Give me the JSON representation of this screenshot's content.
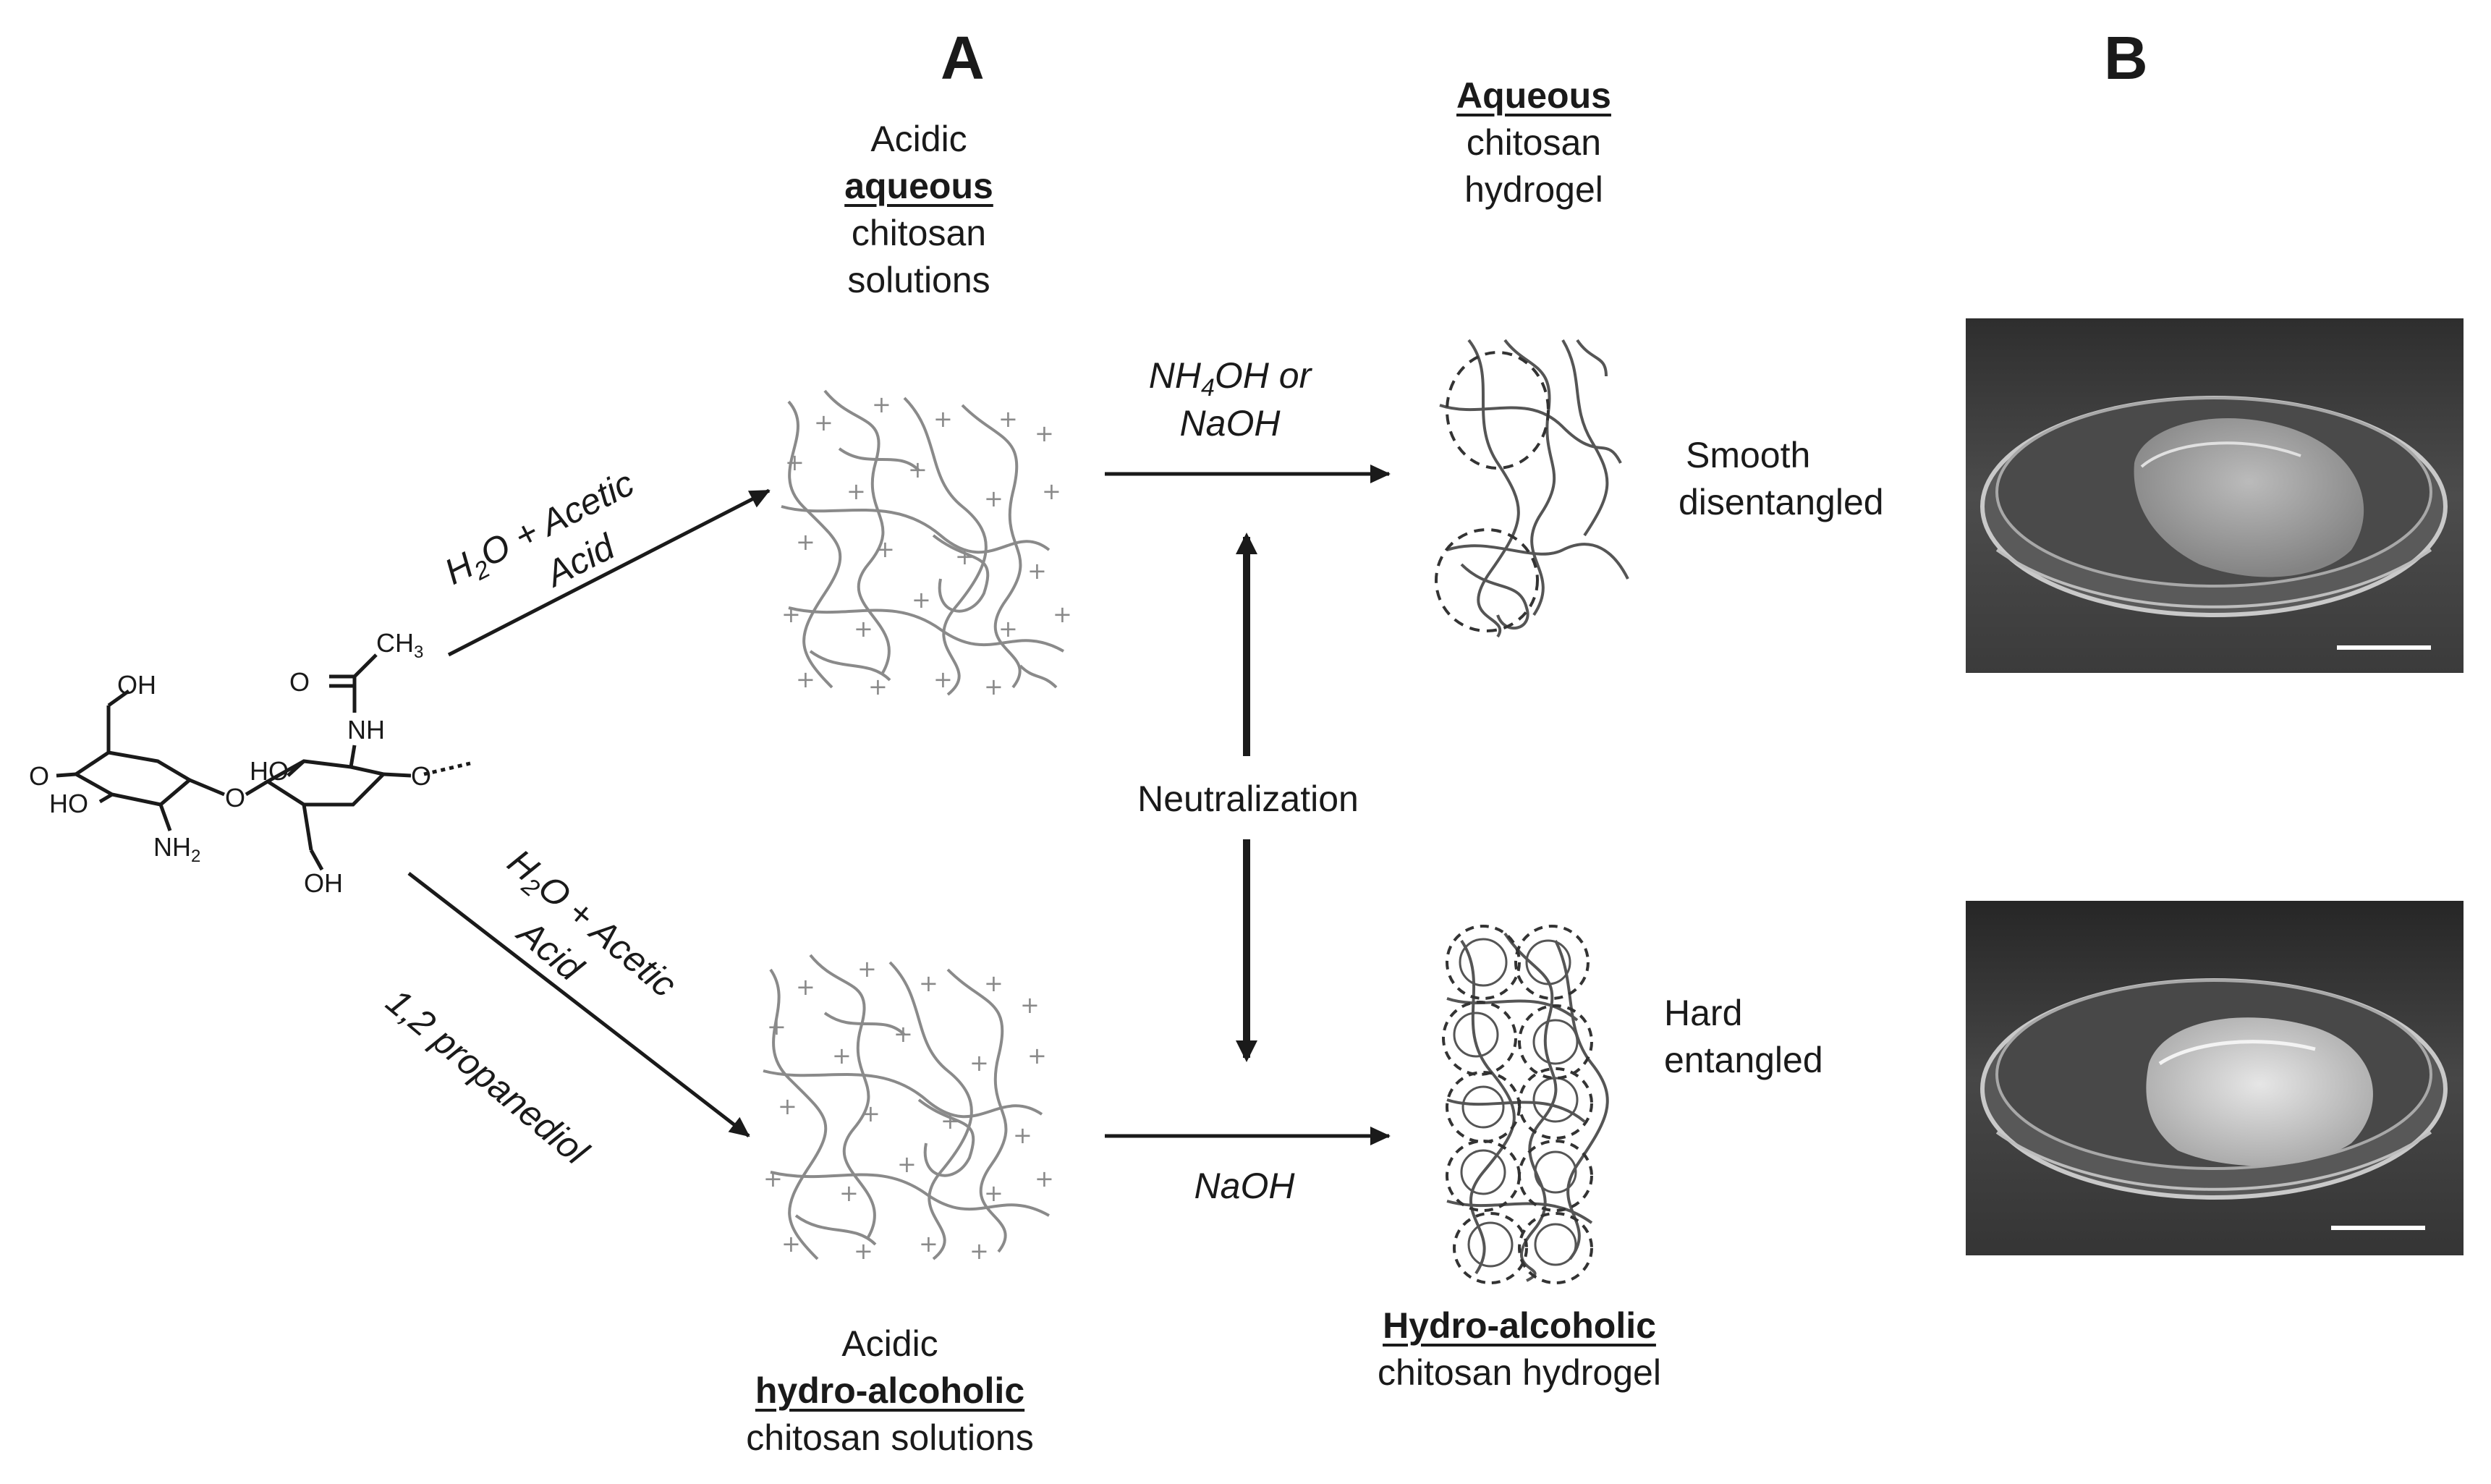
{
  "panels": {
    "a": "A",
    "b": "B"
  },
  "molecule": {
    "oh_top_left": "OH",
    "oh_ring_left": "HO",
    "nh2": "NH",
    "nh2_sub": "2",
    "o_bridge": "O",
    "ho_ring_right": "HO",
    "nh": "NH",
    "ch3": "CH",
    "ch3_sub": "3",
    "o_carbonyl": "O",
    "oh_bottom": "OH",
    "o_end": "O",
    "o_start": "O"
  },
  "top_route": {
    "reagent_line1_pre": "H",
    "reagent_line1_sub": "2",
    "reagent_line1_post": "O + Acetic",
    "reagent_line2": "Acid",
    "solution_line1": "Acidic",
    "solution_line2": "aqueous",
    "solution_line3": "chitosan",
    "solution_line4": "solutions",
    "base_line1_pre": "NH",
    "base_line1_sub": "4",
    "base_line1_post": "OH or",
    "base_line2": "NaOH",
    "gel_line1": "Aqueous",
    "gel_line2": "chitosan",
    "gel_line3": "hydrogel",
    "result_line1": "Smooth",
    "result_line2": "disentangled"
  },
  "bottom_route": {
    "reagent_line1_pre": "H",
    "reagent_line1_sub": "2",
    "reagent_line1_post": "O + Acetic",
    "reagent_line2": "Acid",
    "reagent_line3": "1,2 propanediol",
    "solution_line1": "Acidic",
    "solution_line2": "hydro-alcoholic",
    "solution_line3": "chitosan solutions",
    "base": "NaOH",
    "gel_line1": "Hydro-alcoholic",
    "gel_line2": "chitosan hydrogel",
    "result_line1": "Hard",
    "result_line2": "entangled"
  },
  "center_label": "Neutralization",
  "colors": {
    "ink": "#1a1a1a",
    "chain": "#8a8a8a",
    "photo_dark": "#3a3a3a",
    "photo_light": "#b8b8b8"
  }
}
